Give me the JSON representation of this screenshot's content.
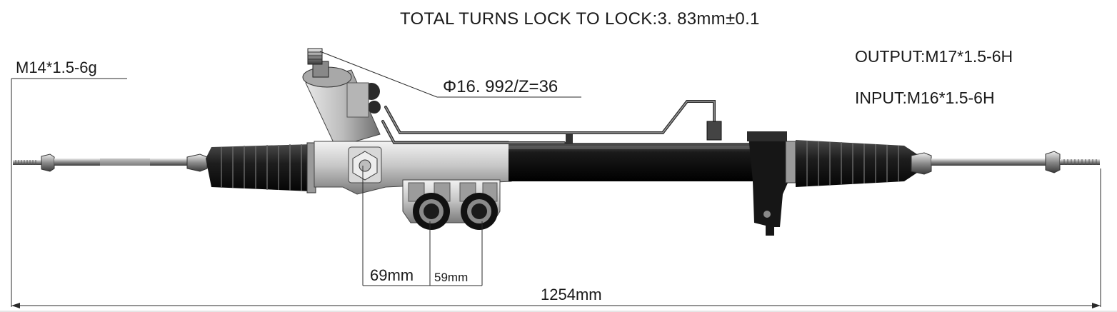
{
  "annotations": {
    "title": "TOTAL TURNS LOCK TO LOCK:3. 83mm±0.1",
    "tie_rod_thread_left": "M14*1.5-6g",
    "output_thread": "OUTPUT:M17*1.5-6H",
    "input_thread": "INPUT:M16*1.5-6H",
    "pinion_spec": "Φ16. 992/Z=36",
    "dim_mount_69": "69mm",
    "dim_mount_59": "59mm",
    "dim_total_length": "1254mm"
  },
  "colors": {
    "background": "#ffffff",
    "text": "#1a1a1a",
    "rack_tube": "#111111",
    "boot": "#1c1c1c",
    "housing": "#c9c9c9",
    "rod_steel": "#9a9a9a"
  },
  "icons": [
    "steering-rack-assembly-illustration"
  ]
}
